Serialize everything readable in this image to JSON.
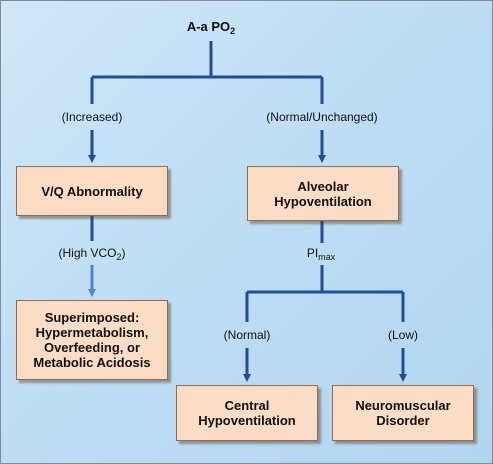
{
  "root": {
    "main": "A-a PO",
    "sub": "2"
  },
  "branches": {
    "increased": "(Increased)",
    "normal_unchanged": "(Normal/Unchanged)"
  },
  "nodes": {
    "vq": "V/Q Abnormality",
    "alveolar": [
      "Alveolar",
      "Hypoventilation"
    ],
    "superimposed": [
      "Superimposed:",
      "Hypermetabolism,",
      "Overfeeding, or",
      "Metabolic Acidosis"
    ],
    "central": [
      "Central",
      "Hypoventilation"
    ],
    "neuromuscular": [
      "Neuromuscular",
      "Disorder"
    ]
  },
  "labels": {
    "high_vco2": {
      "pre": "(High VCO",
      "sub": "2",
      "post": ")"
    },
    "pimax": {
      "main": "PI",
      "sub": "max"
    },
    "normal": "(Normal)",
    "low": "(Low)"
  },
  "colors": {
    "line": "#1f4e99",
    "arrow_light": "#4d86d0",
    "box_fill": "#fbdcc4",
    "background": "#c3e0f5"
  }
}
